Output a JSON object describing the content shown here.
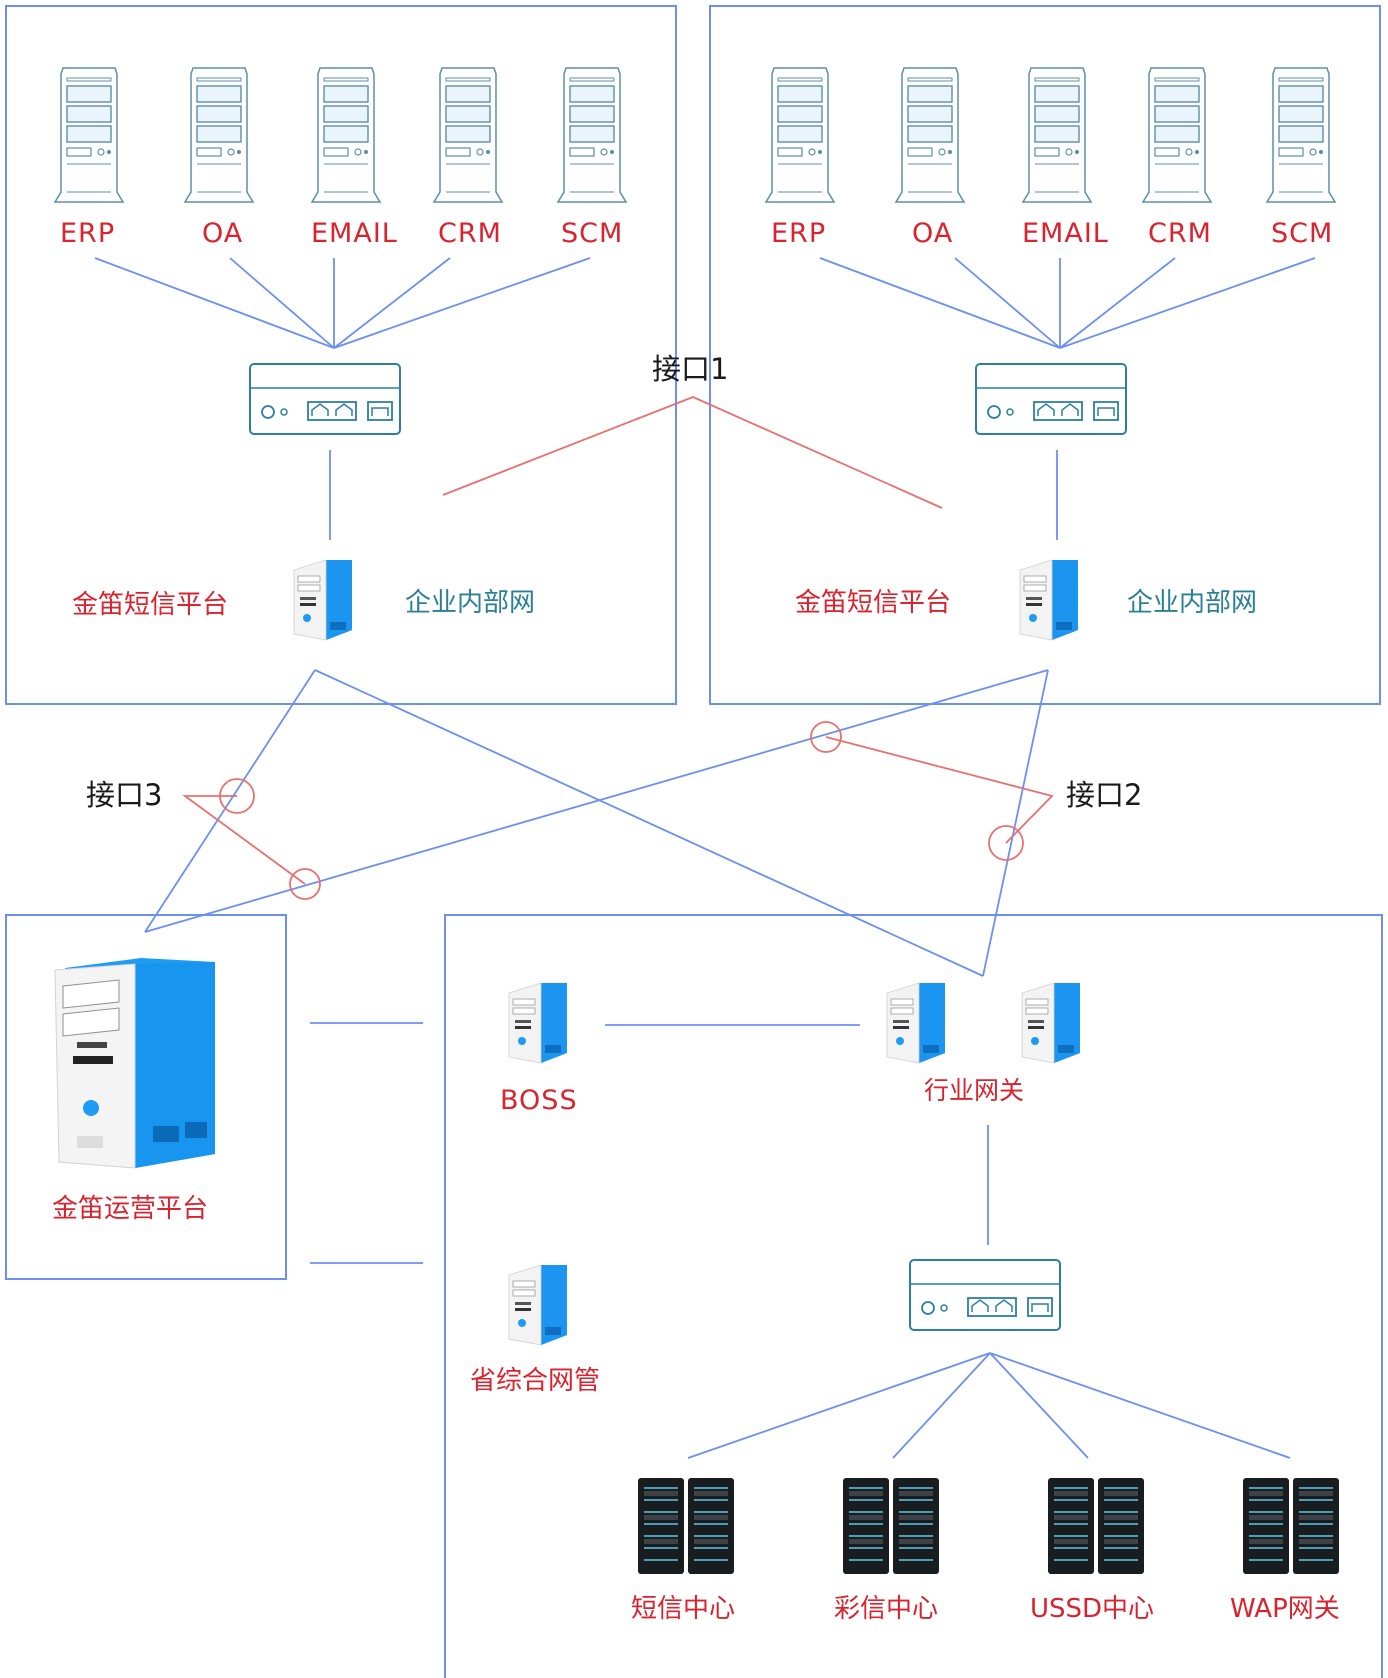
{
  "apps": [
    "ERP",
    "OA",
    "EMAIL",
    "CRM",
    "SCM"
  ],
  "enterprise_left": {
    "platform": "金笛短信平台",
    "network": "企业内部网"
  },
  "enterprise_right": {
    "platform": "金笛短信平台",
    "network": "企业内部网"
  },
  "interfaces": {
    "i1": "接口1",
    "i2": "接口2",
    "i3": "接口3"
  },
  "operator_platform": "金笛运营平台",
  "carrier": {
    "boss": "BOSS",
    "gateway": "行业网关",
    "netmgmt": "省综合网管",
    "centers": [
      "短信中心",
      "彩信中心",
      "USSD中心",
      "WAP网关"
    ]
  },
  "colors": {
    "frame": "#6b8ff2",
    "link": "#6b8ff2",
    "interface": "#e8706f",
    "label_red": "#d9232e",
    "label_teal": "#2a7f97"
  },
  "icons": {
    "app_server": "tower-server-icon",
    "switch": "network-switch-icon",
    "pc_server": "blue-pc-server-icon",
    "rack": "server-rack-icon"
  }
}
